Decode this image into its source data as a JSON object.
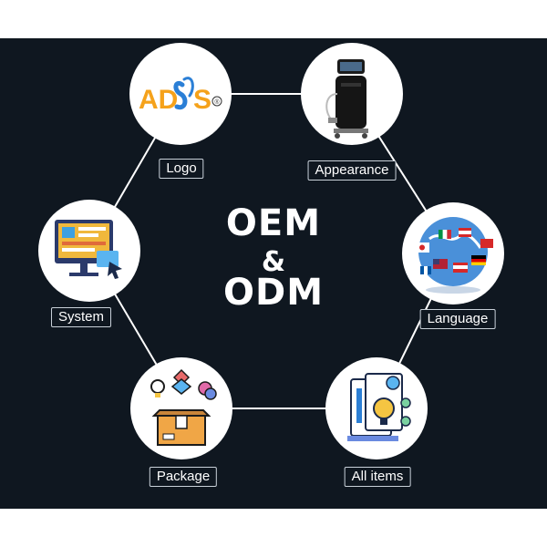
{
  "center": {
    "line1": "OEM",
    "line2": "&",
    "line3": "ODM"
  },
  "nodes": {
    "logo": {
      "label": "Logo",
      "brand_text": "AD",
      "brand_text_end": "S",
      "registered": "®"
    },
    "appearance": {
      "label": "Appearance"
    },
    "language": {
      "label": "Language"
    },
    "all_items": {
      "label": "All items"
    },
    "package": {
      "label": "Package"
    },
    "system": {
      "label": "System"
    }
  },
  "colors": {
    "background": "#0f1720",
    "connector": "#ffffff",
    "brand_orange": "#f5a21b",
    "brand_blue": "#2b7fd6"
  }
}
